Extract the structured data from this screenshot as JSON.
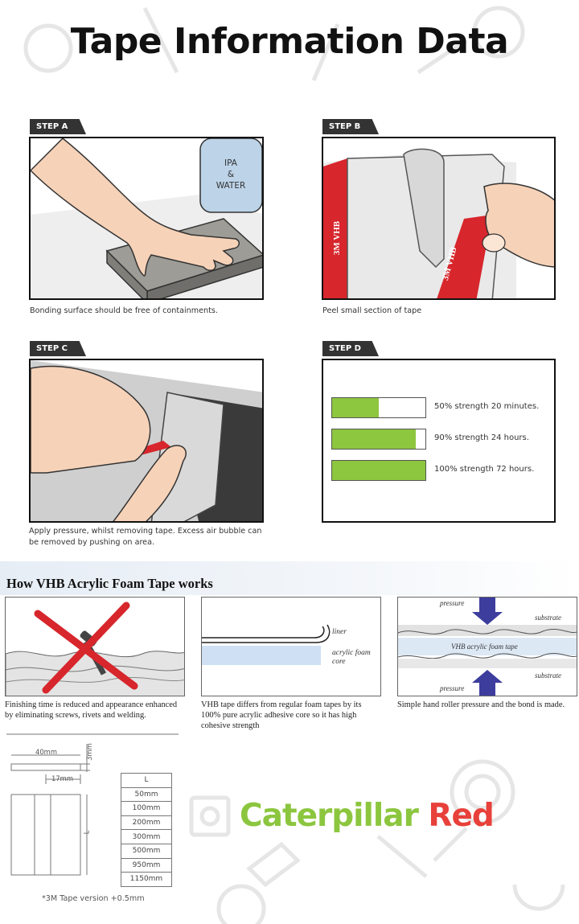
{
  "title": "Tape Information Data",
  "steps": {
    "a": {
      "tag": "STEP A",
      "ipa_label": "IPA\n&\nWATER",
      "caption": "Bonding surface should be free of containments."
    },
    "b": {
      "tag": "STEP B",
      "tape_brand": "3M VHB",
      "caption": "Peel small section of tape"
    },
    "c": {
      "tag": "STEP C",
      "caption": "Apply pressure, whilst removing tape. Excess air bubble can be removed by pushing on area."
    },
    "d": {
      "tag": "STEP D",
      "strength": [
        {
          "label": "50% strength 20 minutes.",
          "fraction": 0.5
        },
        {
          "label": "90% strength 24 hours.",
          "fraction": 0.9
        },
        {
          "label": "100% strength 72 hours.",
          "fraction": 1.0
        }
      ]
    }
  },
  "vhb": {
    "title": "How VHB Acrylic Foam Tape works",
    "panels": [
      {
        "caption": "Finishing time is reduced and appearance enhanced by eliminating screws, rivets and welding."
      },
      {
        "caption": "VHB tape differs from regular foam tapes by its 100% pure acrylic adhesive core so it has high cohesive strength",
        "liner_label": "liner",
        "foam_label": "acrylic foam core"
      },
      {
        "caption": "Simple hand roller pressure and the bond is made.",
        "pressure_top": "pressure",
        "pressure_bottom": "pressure",
        "substrate_top": "substrate",
        "substrate_bottom": "substrate",
        "tape_label": "VHB acrylic foam tape"
      }
    ]
  },
  "dimensions": {
    "width": "40mm",
    "thickness": "3mm",
    "inner": "17mm",
    "length_symbol": "L",
    "table_header": "L",
    "lengths": [
      "50mm",
      "100mm",
      "200mm",
      "300mm",
      "500mm",
      "950mm",
      "1150mm"
    ],
    "footnote": "*3M Tape version +0.5mm"
  },
  "brand": {
    "word1": "Caterpillar",
    "word2": "Red"
  },
  "colors": {
    "green": "#8dc63f",
    "red": "#e8403a",
    "tape_red": "#d7262c",
    "ipa_blue": "#bcd3e8",
    "arrow_blue": "#3d3d9e"
  }
}
